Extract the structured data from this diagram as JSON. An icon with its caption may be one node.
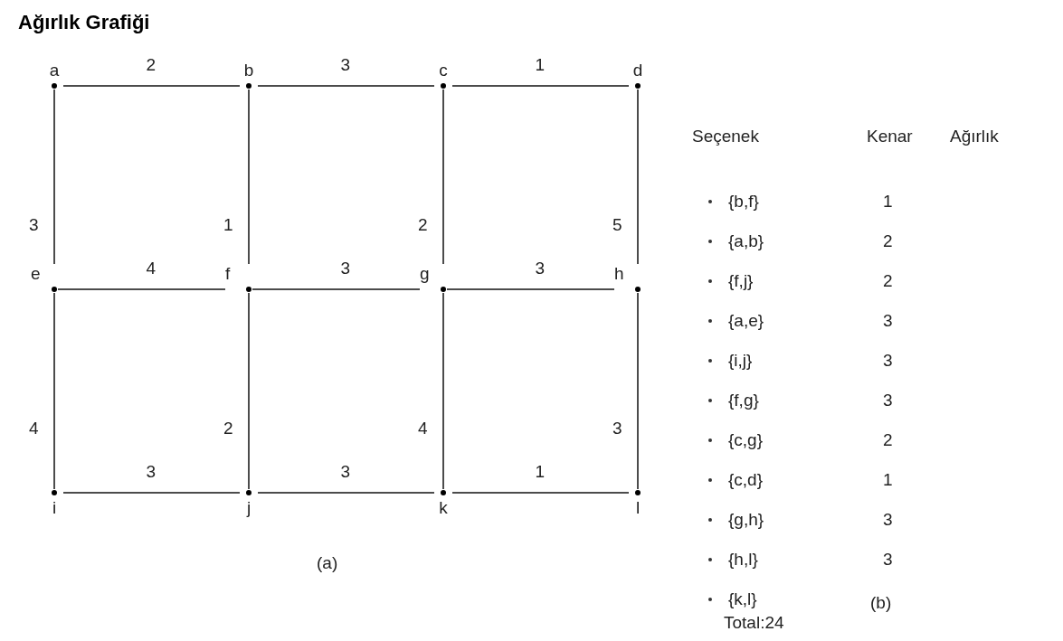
{
  "diagram": {
    "title": "Ağırlık Grafiği",
    "nodes": [
      {
        "text": [
          "a"
        ]
      },
      {
        "text": [
          "b"
        ]
      },
      {
        "text": [
          "c"
        ]
      },
      {
        "text": [
          "d"
        ]
      },
      {
        "text": [
          "e"
        ]
      },
      {
        "text": [
          "f"
        ]
      },
      {
        "text": [
          "g"
        ]
      },
      {
        "text": [
          "h"
        ]
      },
      {
        "text": [
          "i"
        ]
      },
      {
        "text": [
          "j"
        ]
      },
      {
        "text": [
          "k"
        ]
      },
      {
        "text": [
          "l"
        ]
      }
    ],
    "edges": [
      {
        "from": 0,
        "to": 1,
        "arrow": "none",
        "label": "2"
      },
      {
        "from": 1,
        "to": 2,
        "arrow": "none",
        "label": "3"
      },
      {
        "from": 2,
        "to": 3,
        "arrow": "none",
        "label": "1"
      },
      {
        "from": 0,
        "to": 4,
        "arrow": "none",
        "label": "3"
      },
      {
        "from": 1,
        "to": 5,
        "arrow": "none",
        "label": "1"
      },
      {
        "from": 2,
        "to": 6,
        "arrow": "none",
        "label": "2"
      },
      {
        "from": 3,
        "to": 7,
        "arrow": "none",
        "label": "5"
      },
      {
        "from": 4,
        "to": 5,
        "arrow": "none",
        "label": "4"
      },
      {
        "from": 5,
        "to": 6,
        "arrow": "none",
        "label": "3"
      },
      {
        "from": 6,
        "to": 7,
        "arrow": "none",
        "label": "3"
      },
      {
        "from": 4,
        "to": 8,
        "arrow": "none",
        "label": "4"
      },
      {
        "from": 5,
        "to": 9,
        "arrow": "none",
        "label": "2"
      },
      {
        "from": 6,
        "to": 10,
        "arrow": "none",
        "label": "4"
      },
      {
        "from": 7,
        "to": 11,
        "arrow": "none",
        "label": "3"
      },
      {
        "from": 8,
        "to": 9,
        "arrow": "none",
        "label": "3"
      },
      {
        "from": 9,
        "to": 10,
        "arrow": "none",
        "label": "3"
      },
      {
        "from": 10,
        "to": 11,
        "arrow": "none",
        "label": "1"
      }
    ],
    "labels": [
      "Seçenek",
      "Kenar",
      "Ağırlık",
      "{b,f}",
      "1",
      "{a,b}",
      "2",
      "{f,j}",
      "2",
      "{a,e}",
      "3",
      "{i,j}",
      "3",
      "{f,g}",
      "3",
      "{c,g}",
      "2",
      "{c,d}",
      "1",
      "{g,h}",
      "3",
      "{h,l}",
      "3",
      "{k,l}",
      "(a)",
      "(b)",
      "Total:24"
    ]
  }
}
